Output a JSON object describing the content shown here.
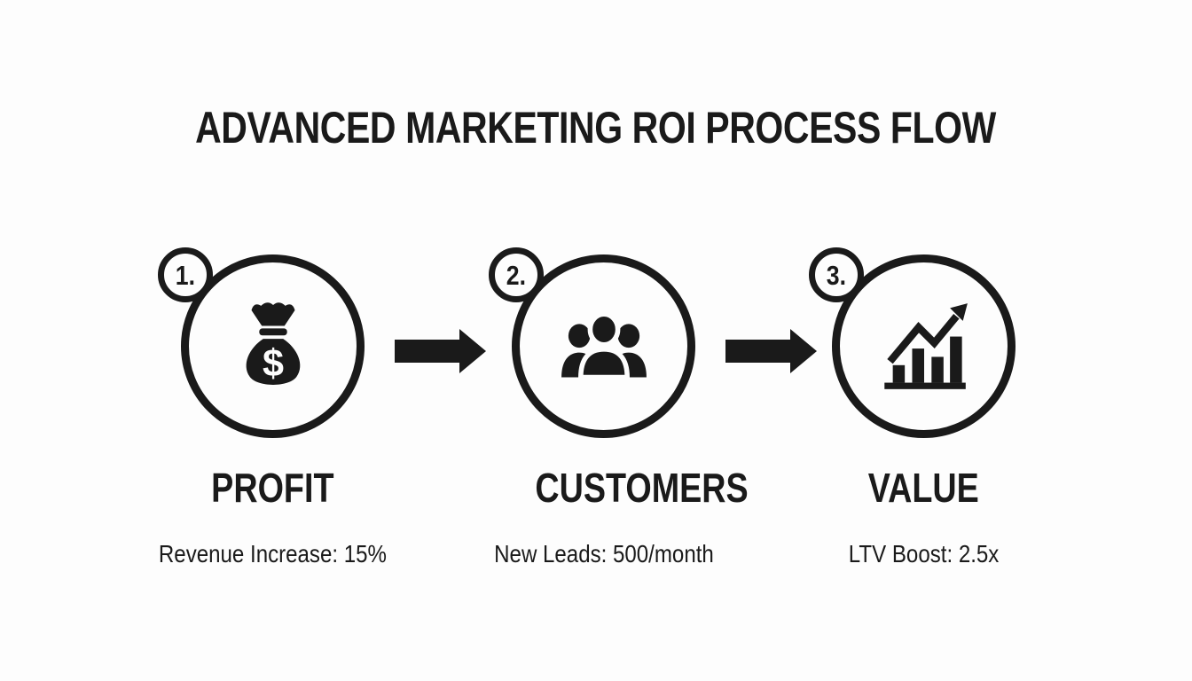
{
  "title": "ADVANCED MARKETING ROI PROCESS FLOW",
  "colors": {
    "ink": "#1a1a1a",
    "bg": "#fdfdfd"
  },
  "steps": [
    {
      "number": "1.",
      "label": "PROFIT",
      "metric": "Revenue Increase: 15%",
      "icon": "money-bag-icon"
    },
    {
      "number": "2.",
      "label": "CUSTOMERS",
      "metric": "New Leads: 500/month",
      "icon": "customers-group-icon"
    },
    {
      "number": "3.",
      "label": "VALUE",
      "metric": "LTV Boost: 2.5x",
      "icon": "growth-chart-icon"
    }
  ],
  "connectors": [
    {
      "from": "PROFIT",
      "to": "CUSTOMERS",
      "direction": "right"
    },
    {
      "from": "CUSTOMERS",
      "to": "VALUE",
      "direction": "right"
    }
  ]
}
